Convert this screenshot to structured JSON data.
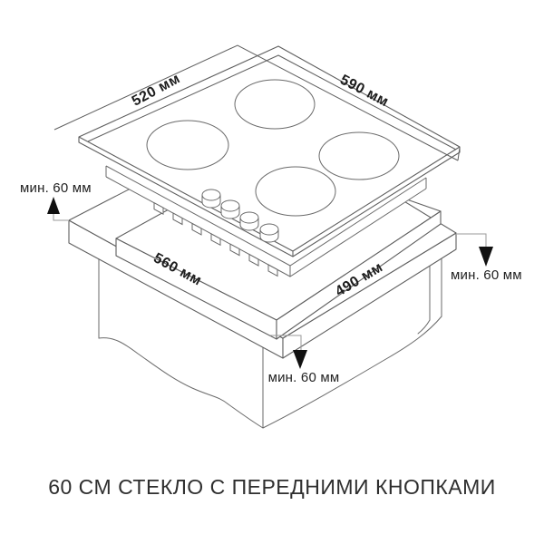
{
  "diagram": {
    "cooktop": {
      "depth_label": "520 мм",
      "width_label": "590 мм",
      "burner_count": 4,
      "knob_count": 4
    },
    "cutout": {
      "width_label": "560 мм",
      "depth_label": "490 мм"
    },
    "clearances": {
      "left_label": "мин. 60 мм",
      "right_label": "мин. 60 мм",
      "bottom_label": "мин. 60 мм"
    }
  },
  "caption": "60 СМ СТЕКЛО С ПЕРЕДНИМИ КНОПКАМИ",
  "colors": {
    "line": "#5f5f5f",
    "thin_line": "#999999",
    "arrow": "#111111",
    "text": "#1c1c1c",
    "background": "#ffffff"
  }
}
